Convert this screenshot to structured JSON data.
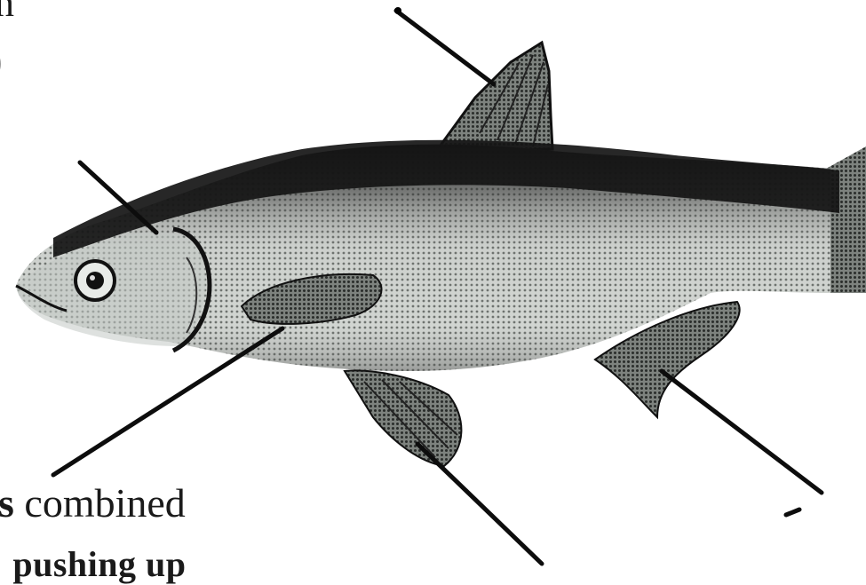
{
  "text_fragments": {
    "top_left_fragment": "n",
    "paren_fragment": ")",
    "bottom_line_bold": "s",
    "bottom_line_rest": " combined",
    "bottom_last_line": ": pushing up"
  },
  "colors": {
    "ink": "#111111",
    "body_light": "#c9cec9",
    "body_mid": "#8e948f",
    "back_dark": "#1b1b1b",
    "background": "#ffffff"
  },
  "labels": {
    "leader_lines": 6,
    "parts_shown": [
      "dorsal fin",
      "head / operculum",
      "pectoral fin",
      "pelvic fin",
      "anal fin",
      "tail"
    ]
  }
}
